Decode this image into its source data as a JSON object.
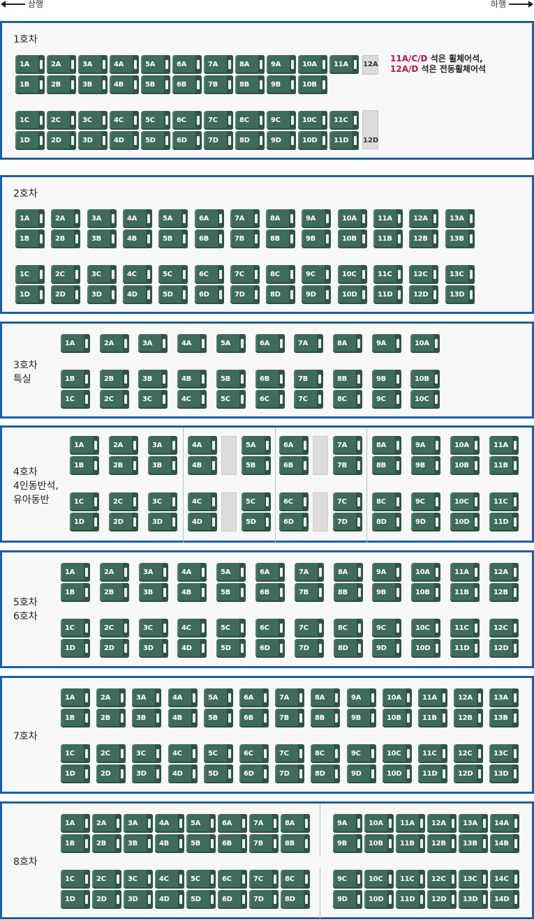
{
  "direction": {
    "up": "상행",
    "down": "하행"
  },
  "cars": {
    "c1": {
      "label": "1호차"
    },
    "c2": {
      "label": "2호차"
    },
    "c3": {
      "label_lines": [
        "3호차",
        "특실"
      ]
    },
    "c4": {
      "label_lines": [
        "4호차",
        "4인동반석,",
        "유아동반"
      ]
    },
    "c5": {
      "label_lines": [
        "5호차",
        "6호차"
      ]
    },
    "c7": {
      "label": "7호차"
    },
    "c8": {
      "label": "8호차"
    }
  },
  "car1_extra": {
    "wheel_12a": "12A",
    "wheel_12d": "12D"
  },
  "notice": {
    "line1_seats": "11A/C/D",
    "line1_text": " 석은 휠체어석,",
    "line2_seats": "12A/D",
    "line2_text": " 석은 전동휠체어석"
  },
  "seat_icon": "seat-icon",
  "colors": {
    "seat": "#3f6b5a",
    "border": "#1a5fa8",
    "notice_highlight": "#b0185a"
  }
}
